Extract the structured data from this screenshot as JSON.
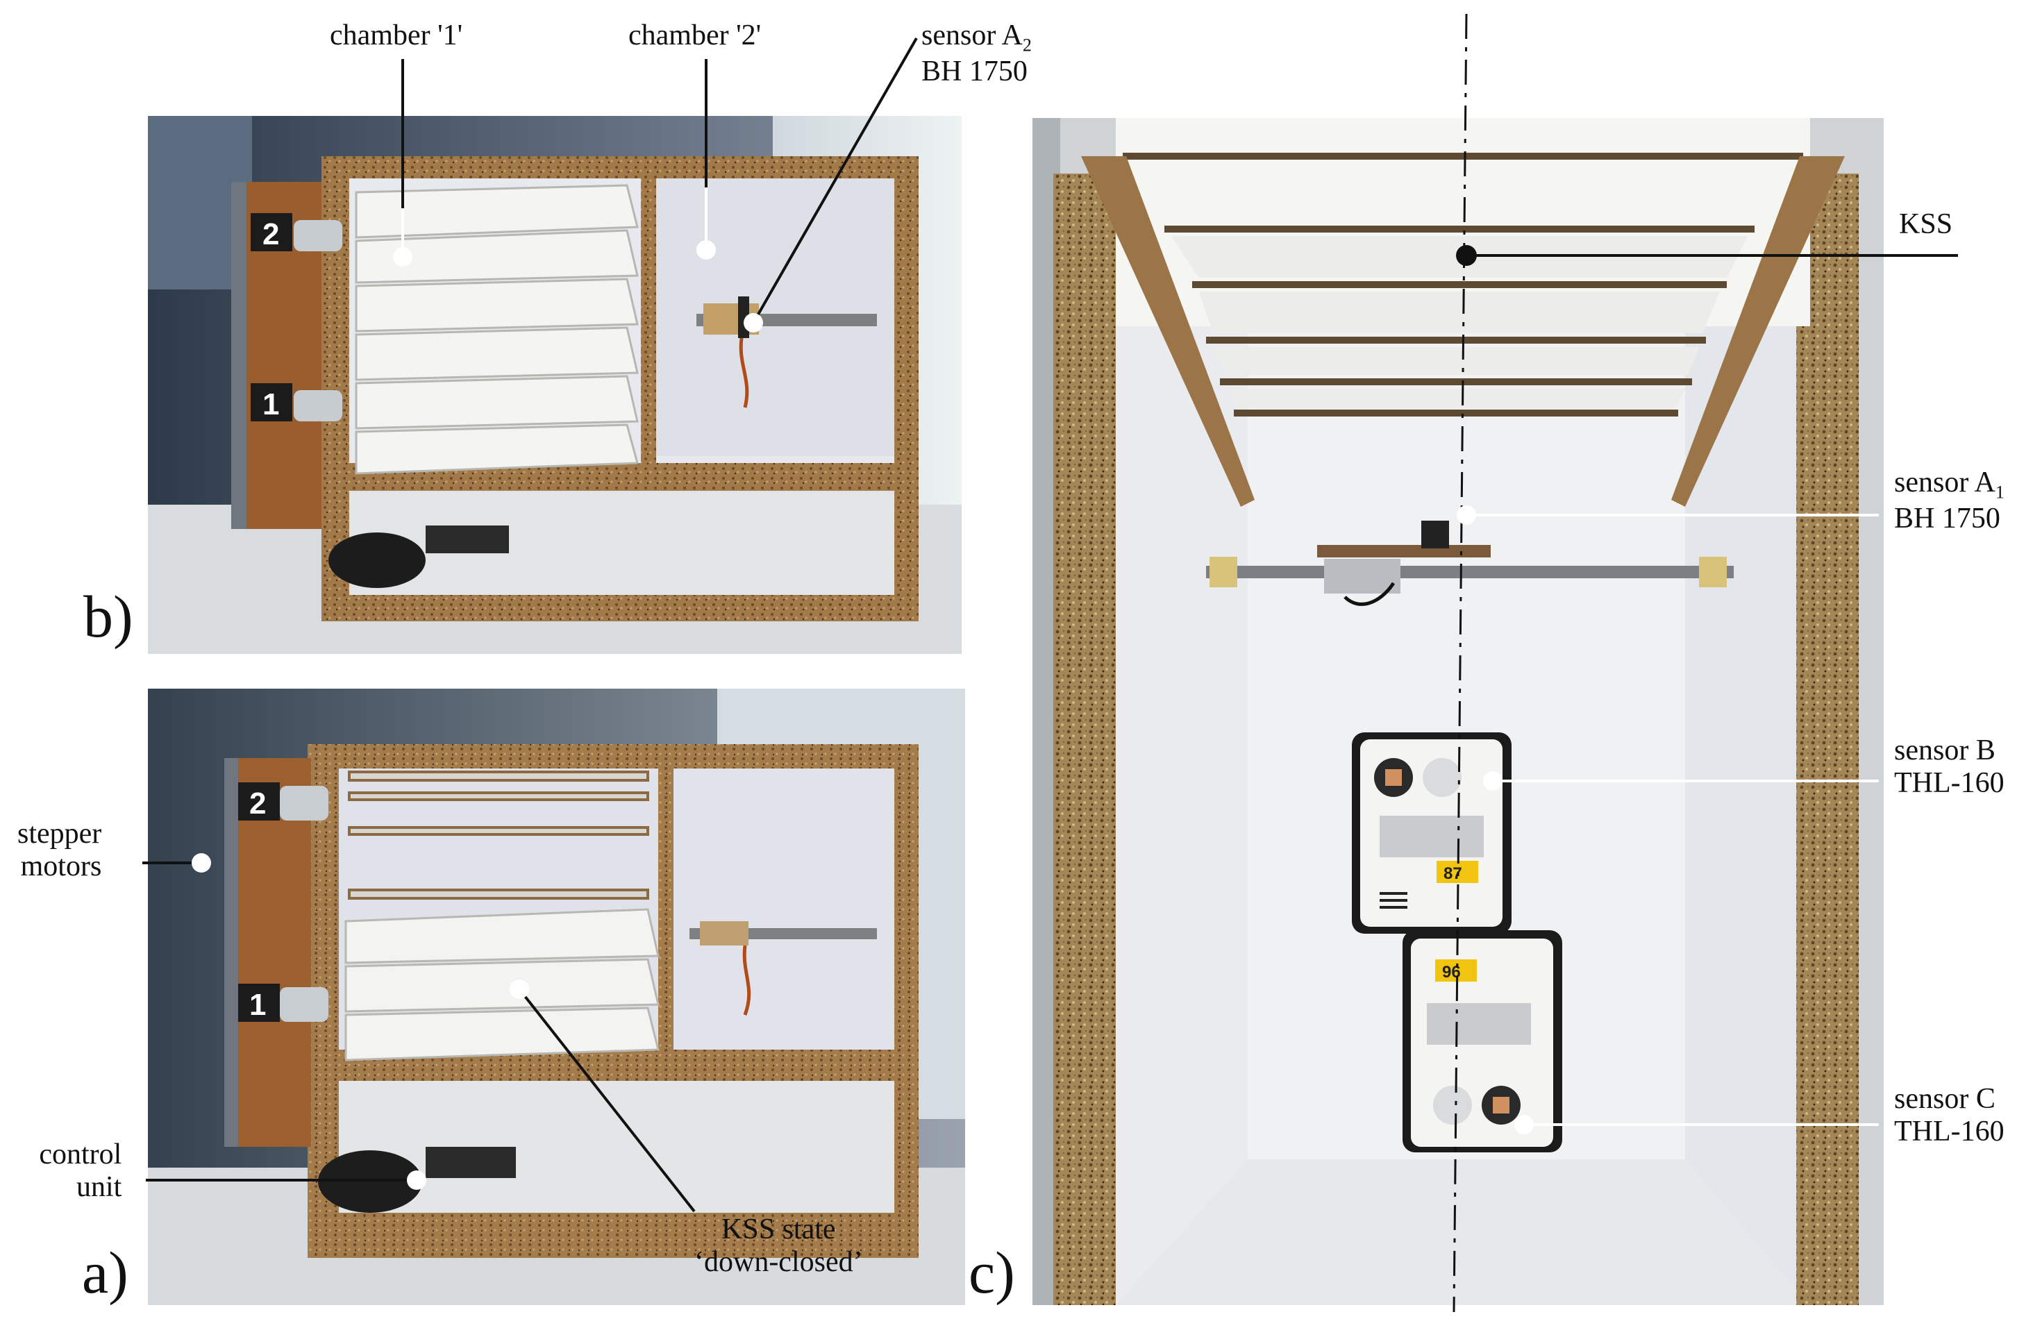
{
  "panels": {
    "a": "a)",
    "b": "b)",
    "c": "c)"
  },
  "labels": {
    "chamber_1": "chamber '1'",
    "chamber_2": "chamber '2'",
    "sensor_a2": "sensor A",
    "sensor_a2_sub": "2",
    "sensor_a2_model": "BH 1750",
    "stepper_1": "stepper",
    "stepper_2": "motors",
    "control_1": "control",
    "control_2": "unit",
    "kss_state_1": "KSS state",
    "kss_state_2": "‘down-closed’",
    "kss": "KSS",
    "sensor_a1": "sensor A",
    "sensor_a1_sub": "1",
    "sensor_a1_model": "BH 1750",
    "sensor_b": "sensor B",
    "sensor_b_model": "THL-160",
    "sensor_c": "sensor C",
    "sensor_c_model": "THL-160"
  },
  "photo_text": {
    "motor_2": "2",
    "motor_1": "1",
    "tag_87": "87",
    "tag_96": "96"
  }
}
